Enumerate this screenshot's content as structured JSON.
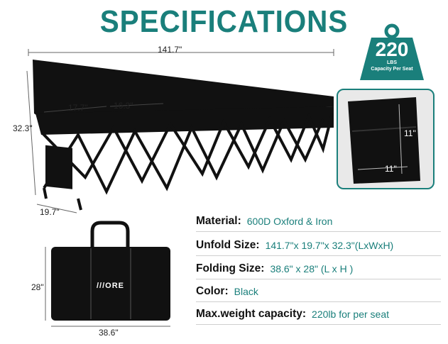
{
  "title": "SPECIFICATIONS",
  "bench_dims": {
    "length": "141.7\"",
    "height": "32.3\"",
    "depth": "19.7\"",
    "seat_width": "17.7\"",
    "seat_gap": "16.3\""
  },
  "badge": {
    "value": "220",
    "unit": "LBS",
    "caption": "Capacity Per Seat"
  },
  "pocket_dims": {
    "height": "11\"",
    "width": "11\""
  },
  "bag": {
    "brand": "///ORE",
    "height": "28\"",
    "width": "38.6\""
  },
  "specs": [
    {
      "label": "Material:",
      "value": "600D Oxford & Iron"
    },
    {
      "label": "Unfold Size:",
      "value": "141.7\"x 19.7\"x 32.3\"(LxWxH)"
    },
    {
      "label": "Folding Size:",
      "value": "38.6\" x 28\"  (L x H )"
    },
    {
      "label": "Color:",
      "value": "Black"
    },
    {
      "label": "Max.weight capacity:",
      "value": "220lb for per seat"
    }
  ],
  "colors": {
    "accent": "#1a7f7b",
    "product": "#111111"
  }
}
